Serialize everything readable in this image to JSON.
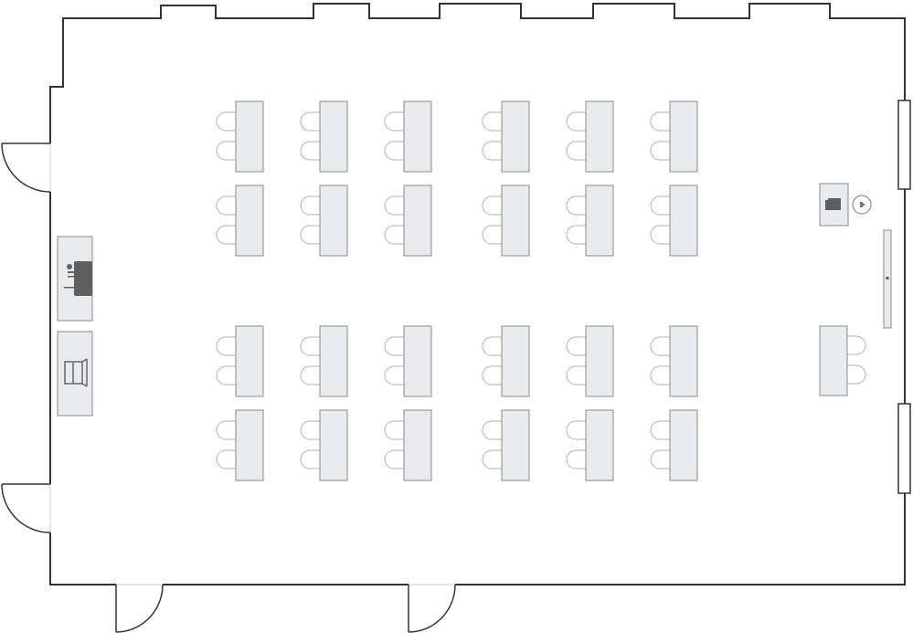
{
  "plan": {
    "type": "classroom-floor-plan",
    "colors": {
      "wall": "#333333",
      "furniture_fill": "#e8eaed",
      "furniture_stroke": "#8a8a8a",
      "chair_stroke": "#b0b0b0",
      "equipment": "#5f5f5f"
    },
    "desk_groups": [
      {
        "name": "front-left-block",
        "rows": 2,
        "cols": 3,
        "chairs_per_desk": 2
      },
      {
        "name": "front-right-block",
        "rows": 2,
        "cols": 3,
        "chairs_per_desk": 2
      },
      {
        "name": "back-left-block",
        "rows": 2,
        "cols": 3,
        "chairs_per_desk": 2
      },
      {
        "name": "back-right-block",
        "rows": 2,
        "cols": 3,
        "chairs_per_desk": 2
      }
    ],
    "instructor_desk": {
      "chairs": 2
    },
    "icons": [
      "printer-icon",
      "cabinet-icon",
      "podium-icon",
      "speaker-icon",
      "projection-screen-icon"
    ],
    "doors": 4,
    "windows": 2
  }
}
